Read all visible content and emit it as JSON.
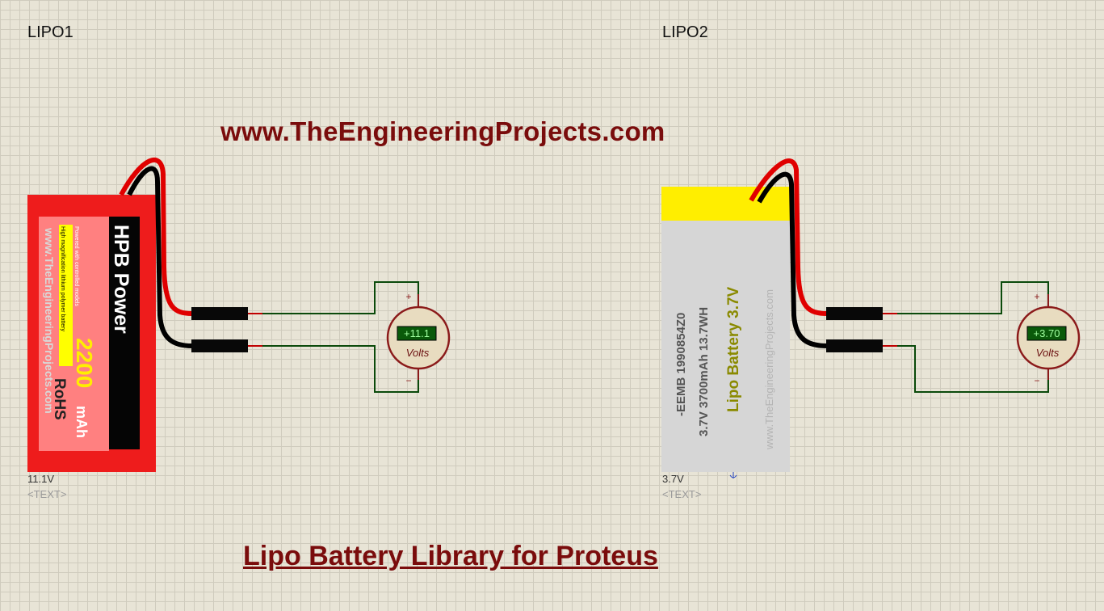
{
  "colors": {
    "background": "#e8e4d6",
    "wire_green": "#0b4a0b",
    "connector_red": "#c00000",
    "title_maroon": "#7a0c0c",
    "battery1_red": "#ee1c1c",
    "battery1_pink": "#ff8080",
    "battery2_yellow": "#ffee00",
    "battery2_grey": "#d6d6d6",
    "meter_fill": "#e8dcc0",
    "meter_border": "#8b1a1a",
    "lcd_bg": "#0a5a0a",
    "lcd_text": "#a0ffa0"
  },
  "header": {
    "website": "www.TheEngineeringProjects.com"
  },
  "lipo1": {
    "ref": "LIPO1",
    "value": "11.1V",
    "text_placeholder": "<TEXT>",
    "label_brand": "HPB  Power",
    "label_capacity": "2200",
    "label_unit": "mAh",
    "label_rohs": "RoHS",
    "label_site": "www.TheEngineeringProjects.com",
    "label_desc1": "High magnification lithium polymer battery",
    "label_desc2": "Powered with controlled models"
  },
  "lipo2": {
    "ref": "LIPO2",
    "value": "3.7V",
    "text_placeholder": "<TEXT>",
    "label_model": "-EEMB 1990854Z0",
    "label_spec": "3.7V   3700mAh 13.7WH",
    "label_title": "Lipo Battery 3.7V",
    "label_site": "www.TheEngineeringProjects.com"
  },
  "voltmeter1": {
    "reading": "+11.1",
    "unit": "Volts",
    "plus": "+",
    "minus": "−"
  },
  "voltmeter2": {
    "reading": "+3.70",
    "unit": "Volts",
    "plus": "+",
    "minus": "−"
  },
  "footer": {
    "title": "Lipo Battery Library for Proteus"
  }
}
